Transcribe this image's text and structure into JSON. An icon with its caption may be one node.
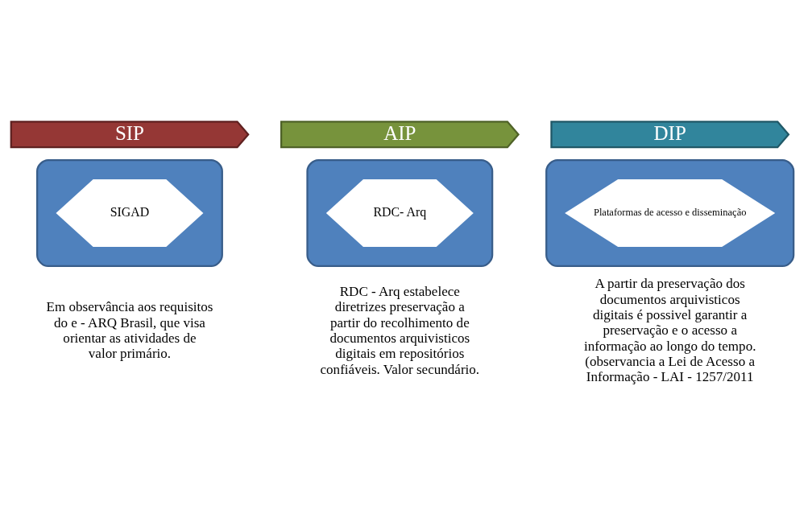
{
  "diagram": {
    "nodes": [
      {
        "text": [
          "SIP"
        ]
      },
      {
        "text": [
          "AIP"
        ]
      },
      {
        "text": [
          "DIP"
        ]
      },
      {
        "text": [],
        "shape": "cylinder",
        "beside": [
          "Em observância aos requisitos do e - ARQ Brasil, que visa orientar as atividades de valor primário."
        ]
      },
      {
        "text": [
          "SIGAD"
        ],
        "in": 3
      },
      {
        "text": [],
        "shape": "cylinder",
        "beside": [
          "RDC - Arq estabelece diretrizes preservação a partir do recolhimento de documentos arquivisticos digitais em repositórios confiáveis. Valor secundário."
        ]
      },
      {
        "text": [
          "RDC- Arq"
        ],
        "in": 5
      },
      {
        "text": [],
        "shape": "cylinder",
        "beside": [
          "A partir da preservação dos documentos arquivisticos digitais é possivel garantir a preservação e o acesso a informação ao longo do tempo. (observancia a Lei de Acesso a Informação - LAI - 1257/2011"
        ]
      },
      {
        "text": [
          "Plataformas de acesso e disseminação"
        ],
        "in": 7
      }
    ],
    "edges": []
  }
}
